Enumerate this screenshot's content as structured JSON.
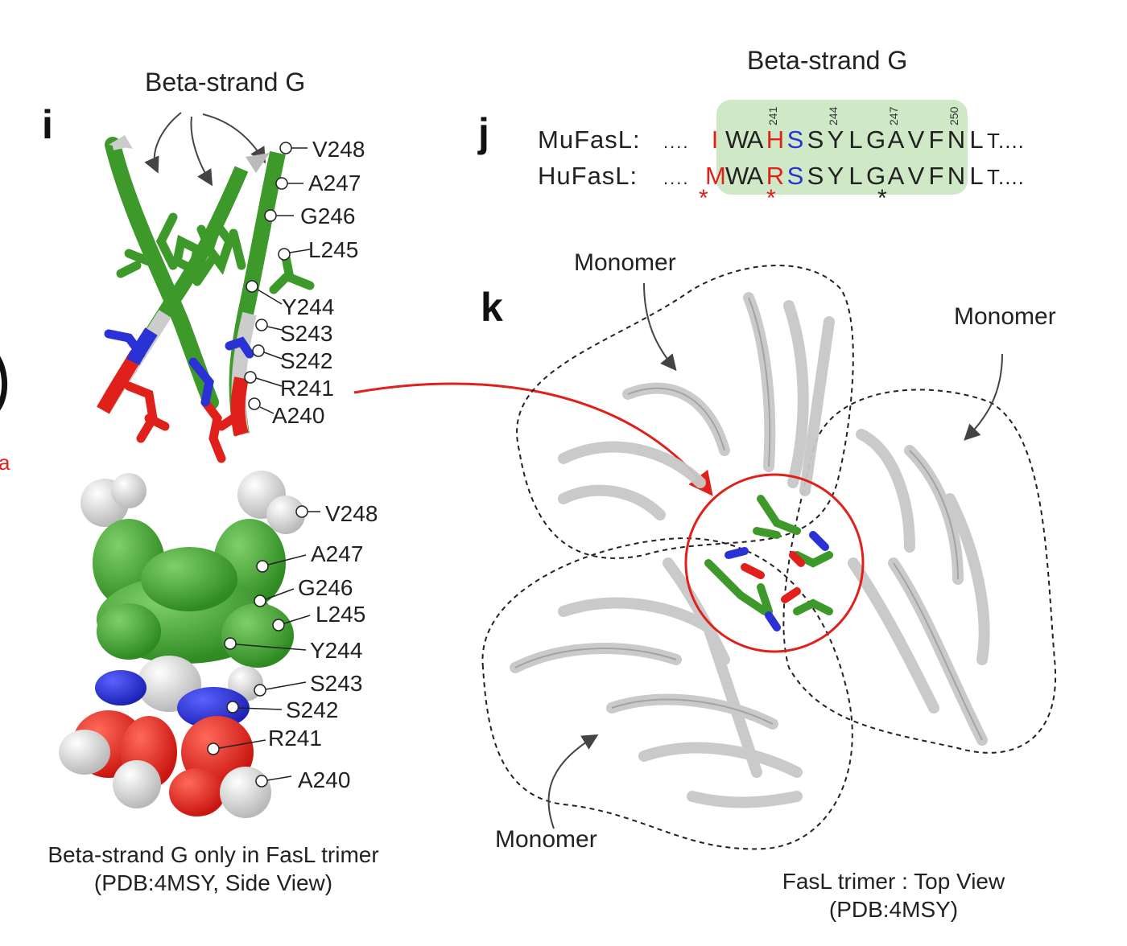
{
  "panel_i": {
    "letter": "i",
    "title": "Beta-strand G",
    "ribbon_labels": [
      "V248",
      "A247",
      "G246",
      "L245",
      "Y244",
      "S243",
      "S242",
      "R241",
      "A240"
    ],
    "surface_labels": [
      "V248",
      "A247",
      "G246",
      "L245",
      "Y244",
      "S243",
      "S242",
      "R241",
      "A240"
    ],
    "caption_line1": "Beta-strand G only in FasL trimer",
    "caption_line2": "(PDB:4MSY, Side View)",
    "edge_fragment": "a"
  },
  "panel_j": {
    "letter": "j",
    "title": "Beta-strand G",
    "numbers": [
      "241",
      "244",
      "247",
      "250"
    ],
    "rows": [
      {
        "name": "MuFasL:",
        "dots": "....",
        "residues": [
          {
            "aa": "I",
            "color": "red"
          },
          {
            "aa": "W",
            "color": ""
          },
          {
            "aa": "A",
            "color": ""
          },
          {
            "aa": "H",
            "color": "red"
          },
          {
            "aa": "S",
            "color": "blue"
          },
          {
            "aa": "S",
            "color": ""
          },
          {
            "aa": "Y",
            "color": ""
          },
          {
            "aa": "L",
            "color": ""
          },
          {
            "aa": "G",
            "color": ""
          },
          {
            "aa": "A",
            "color": ""
          },
          {
            "aa": "V",
            "color": ""
          },
          {
            "aa": "F",
            "color": ""
          },
          {
            "aa": "N",
            "color": ""
          },
          {
            "aa": "L",
            "color": ""
          }
        ],
        "tail": "T...."
      },
      {
        "name": "HuFasL:",
        "dots": "....",
        "residues": [
          {
            "aa": "M",
            "color": "red"
          },
          {
            "aa": "W",
            "color": ""
          },
          {
            "aa": "A",
            "color": ""
          },
          {
            "aa": "R",
            "color": "red"
          },
          {
            "aa": "S",
            "color": "blue"
          },
          {
            "aa": "S",
            "color": ""
          },
          {
            "aa": "Y",
            "color": ""
          },
          {
            "aa": "L",
            "color": ""
          },
          {
            "aa": "G",
            "color": ""
          },
          {
            "aa": "A",
            "color": ""
          },
          {
            "aa": "V",
            "color": ""
          },
          {
            "aa": "F",
            "color": ""
          },
          {
            "aa": "N",
            "color": ""
          },
          {
            "aa": "L",
            "color": ""
          }
        ],
        "tail": "T...."
      }
    ],
    "stars": [
      {
        "symbol": "*",
        "color": "red"
      },
      {
        "symbol": "*",
        "color": "red"
      },
      {
        "symbol": "*",
        "color": "black"
      }
    ]
  },
  "panel_k": {
    "letter": "k",
    "monomer_labels": [
      "Monomer",
      "Monomer",
      "Monomer"
    ],
    "caption_line1": "FasL trimer : Top View",
    "caption_line2": "(PDB:4MSY)"
  },
  "colors": {
    "green": "#3d9a2a",
    "red": "#e0201b",
    "blue": "#2a32d6",
    "white_grey": "#d9d9d9",
    "box_green": "#cfe9c7"
  }
}
